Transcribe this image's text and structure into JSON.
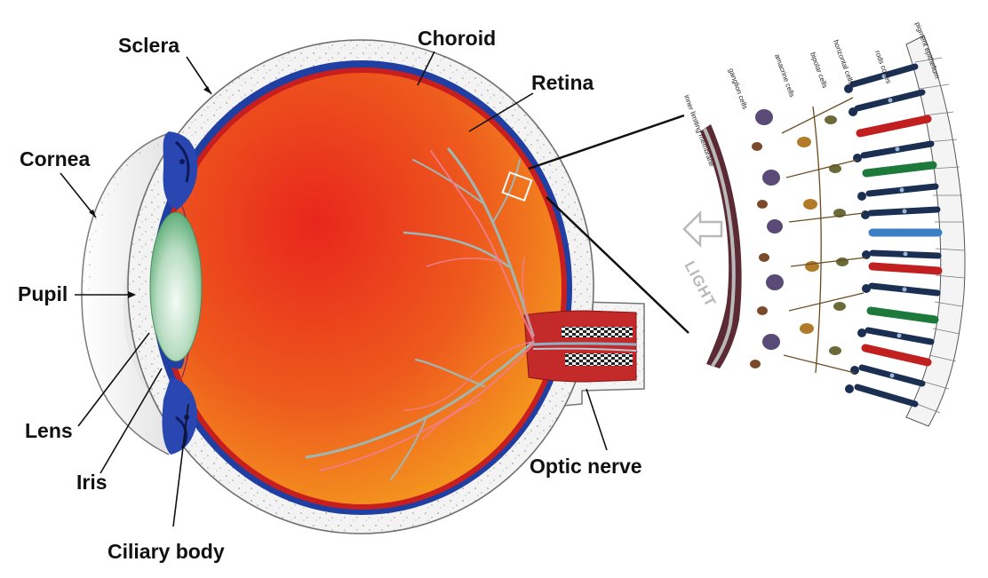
{
  "labels": {
    "sclera": "Sclera",
    "choroid": "Choroid",
    "retina": "Retina",
    "cornea": "Cornea",
    "pupil": "Pupil",
    "lens": "Lens",
    "iris": "Iris",
    "ciliary_body": "Ciliary body",
    "optic_nerve": "Optic nerve"
  },
  "inset": {
    "light": "LIGHT",
    "cell_labels": [
      "inner limiting membrane",
      "ganglion cells",
      "amacrine cells",
      "bipolar cells",
      "horizontal cells",
      "rods cones",
      "pigment epithelium"
    ]
  },
  "colors": {
    "sclera_fill": "#f2f2f2",
    "choroid": "#1f3fa3",
    "retina_outer": "#c81e1e",
    "interior_center": "#e8261d",
    "interior_edge": "#f5a21f",
    "lens_center": "#eaf5ee",
    "lens_edge": "#5fae79",
    "vessel": "#9fb7b4",
    "text": "#111111"
  }
}
